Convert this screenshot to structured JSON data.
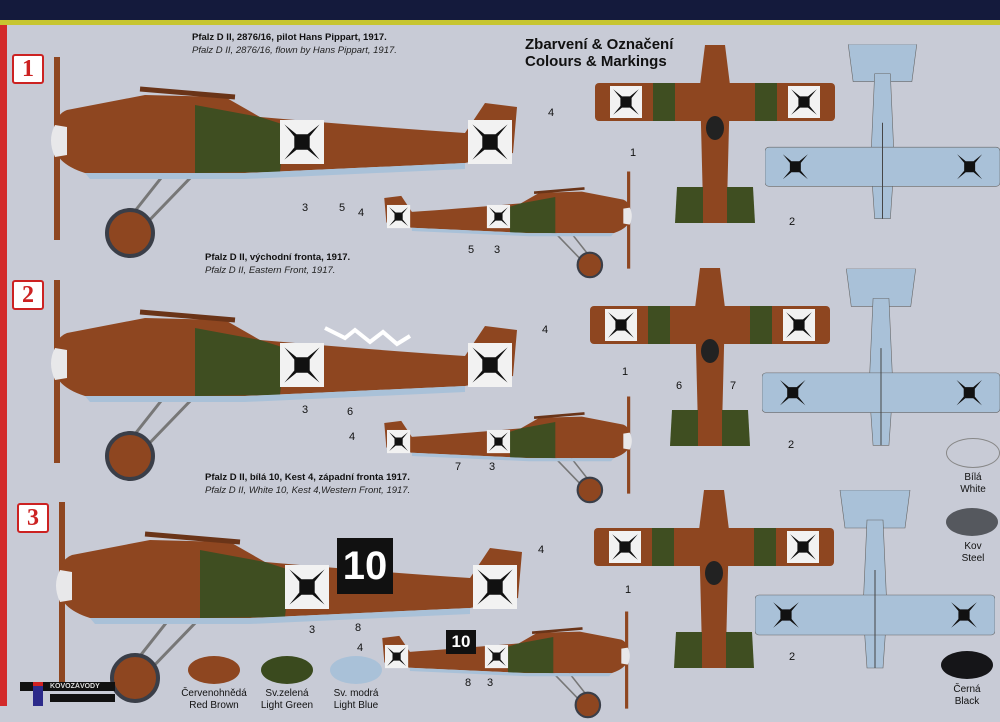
{
  "header": {
    "title_cz": "Zbarvení & Označení",
    "title_en": "Colours & Markings"
  },
  "schemes": [
    {
      "number": "1",
      "title_cz": "Pfalz D II, 2876/16, pilot Hans Pippart, 1917.",
      "title_en": "Pfalz D II, 2876/16, flown by Hans Pippart, 1917.",
      "callouts": [
        "4",
        "3",
        "5",
        "4",
        "5",
        "3",
        "1",
        "2"
      ]
    },
    {
      "number": "2",
      "title_cz": "Pfalz D II, východní fronta, 1917.",
      "title_en": "Pfalz D II, Eastern Front, 1917.",
      "callouts": [
        "4",
        "3",
        "6",
        "4",
        "7",
        "3",
        "1",
        "6",
        "7",
        "2"
      ]
    },
    {
      "number": "3",
      "title_cz": "Pfalz D II, bílá 10, Kest 4, západní fronta 1917.",
      "title_en": "Pfalz D II, White 10, Kest 4,Western Front, 1917.",
      "fuselage_code": "10",
      "callouts": [
        "4",
        "3",
        "8",
        "4",
        "8",
        "3",
        "1",
        "2"
      ]
    }
  ],
  "colours": [
    {
      "cz": "Červenohnědá",
      "en": "Red Brown",
      "hex": "#8e4620"
    },
    {
      "cz": "Sv.zelená",
      "en": "Light Green",
      "hex": "#3a4a1e"
    },
    {
      "cz": "Sv. modrá",
      "en": "Light Blue",
      "hex": "#a9c1d8"
    },
    {
      "cz": "Bílá",
      "en": "White",
      "hex": "#f0f0f2"
    },
    {
      "cz": "Kov",
      "en": "Steel",
      "hex": "#55585e"
    },
    {
      "cz": "Černá",
      "en": "Black",
      "hex": "#151518"
    }
  ],
  "brand": "KOVOZÁVODY"
}
